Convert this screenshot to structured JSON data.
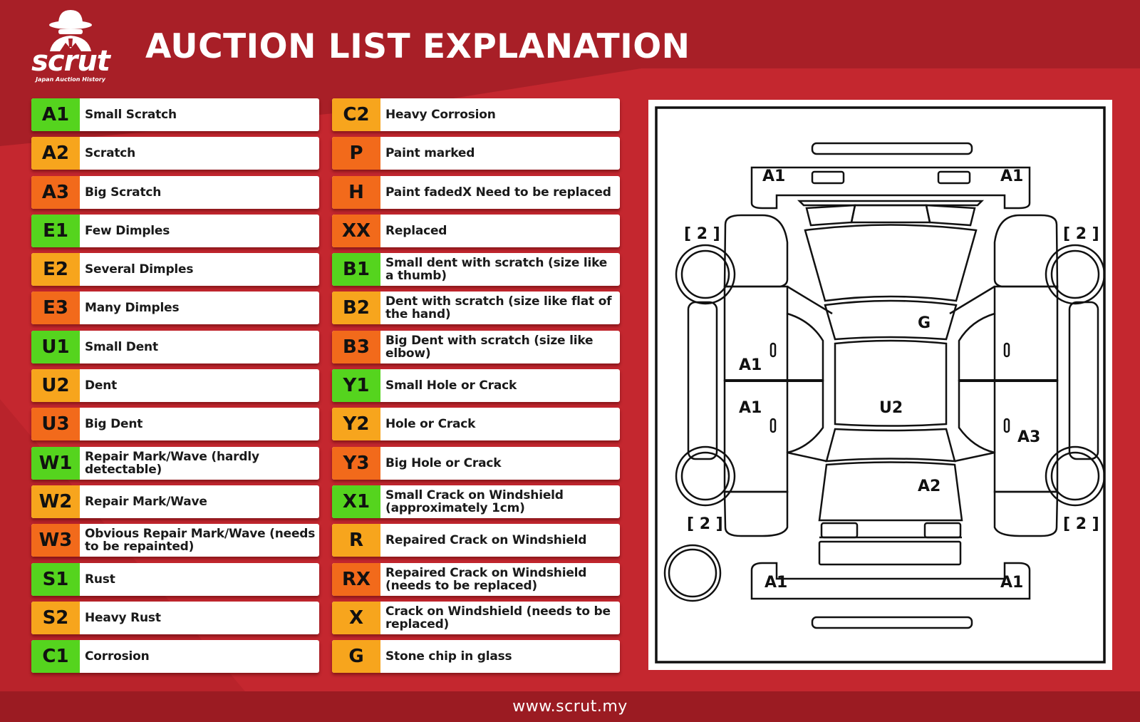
{
  "header": {
    "title": "AUCTION LIST EXPLANATION",
    "logo_word": "scrut",
    "logo_tagline": "Japan Auction History",
    "logo_icon": "hat-and-glasses-mascot-icon"
  },
  "colors": {
    "background": "#a81f27",
    "green": "#55d41e",
    "yellow": "#f7a51d",
    "orange": "#f26a1b"
  },
  "legend_left": [
    {
      "code": "A1",
      "label": "Small Scratch",
      "color": "green"
    },
    {
      "code": "A2",
      "label": "Scratch",
      "color": "yellow"
    },
    {
      "code": "A3",
      "label": "Big Scratch",
      "color": "orange"
    },
    {
      "code": "E1",
      "label": "Few Dimples",
      "color": "green"
    },
    {
      "code": "E2",
      "label": "Several Dimples",
      "color": "yellow"
    },
    {
      "code": "E3",
      "label": "Many Dimples",
      "color": "orange"
    },
    {
      "code": "U1",
      "label": "Small Dent",
      "color": "green"
    },
    {
      "code": "U2",
      "label": "Dent",
      "color": "yellow"
    },
    {
      "code": "U3",
      "label": "Big Dent",
      "color": "orange"
    },
    {
      "code": "W1",
      "label": "Repair Mark/Wave (hardly detectable)",
      "color": "green"
    },
    {
      "code": "W2",
      "label": "Repair Mark/Wave",
      "color": "yellow"
    },
    {
      "code": "W3",
      "label": "Obvious Repair Mark/Wave (needs to be repainted)",
      "color": "orange"
    },
    {
      "code": "S1",
      "label": "Rust",
      "color": "green"
    },
    {
      "code": "S2",
      "label": "Heavy Rust",
      "color": "yellow"
    },
    {
      "code": "C1",
      "label": "Corrosion",
      "color": "green"
    }
  ],
  "legend_right": [
    {
      "code": "C2",
      "label": "Heavy Corrosion",
      "color": "yellow"
    },
    {
      "code": "P",
      "label": "Paint marked",
      "color": "orange"
    },
    {
      "code": "H",
      "label": "Paint fadedX Need to be replaced",
      "color": "orange"
    },
    {
      "code": "XX",
      "label": "Replaced",
      "color": "orange"
    },
    {
      "code": "B1",
      "label": "Small dent with scratch (size like a thumb)",
      "color": "green"
    },
    {
      "code": "B2",
      "label": "Dent with scratch (size like flat of the hand)",
      "color": "yellow"
    },
    {
      "code": "B3",
      "label": "Big Dent with scratch (size like elbow)",
      "color": "orange"
    },
    {
      "code": "Y1",
      "label": "Small Hole or Crack",
      "color": "green"
    },
    {
      "code": "Y2",
      "label": "Hole or Crack",
      "color": "yellow"
    },
    {
      "code": "Y3",
      "label": "Big Hole or Crack",
      "color": "orange"
    },
    {
      "code": "X1",
      "label": "Small Crack on Windshield (approximately 1cm)",
      "color": "green"
    },
    {
      "code": "R",
      "label": "Repaired Crack on Windshield",
      "color": "yellow"
    },
    {
      "code": "RX",
      "label": "Repaired Crack on Windshield (needs to be replaced)",
      "color": "orange"
    },
    {
      "code": "X",
      "label": "Crack on Windshield (needs to be replaced)",
      "color": "yellow"
    },
    {
      "code": "G",
      "label": "Stone chip in glass",
      "color": "yellow"
    }
  ],
  "diagram": {
    "labels": {
      "front_left": "A1",
      "front_right": "A1",
      "wheel_top_left": "[ 2 ]",
      "wheel_top_right": "[ 2 ]",
      "windshield": "G",
      "door_left_front": "A1",
      "door_left_rear": "A1",
      "roof": "U2",
      "door_right_rear": "A3",
      "trunk": "A2",
      "wheel_bottom_left": "[ 2 ]",
      "wheel_bottom_right": "[ 2 ]",
      "rear_left": "A1",
      "rear_right": "A1"
    }
  },
  "footer": {
    "url": "www.scrut.my"
  }
}
